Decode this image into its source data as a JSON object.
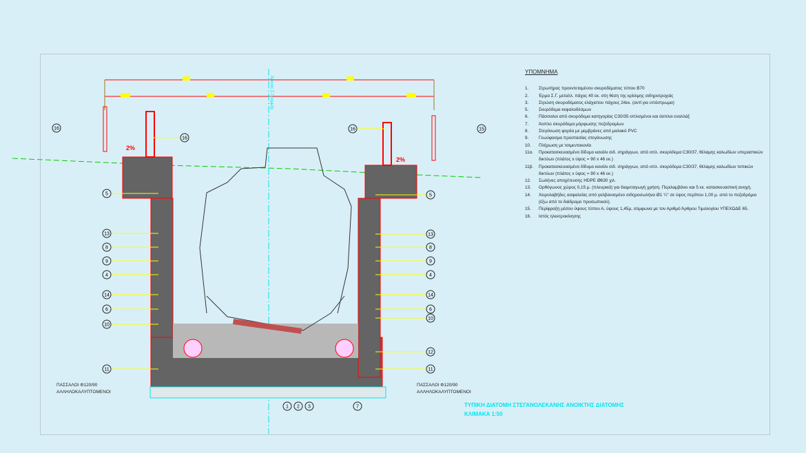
{
  "legend": {
    "title": "ΥΠΟΜΝΗΜΑ",
    "items": [
      {
        "num": "1.",
        "text": "Στρωτήρας προεντεταμένου σκυροδέματος τύπου Β70"
      },
      {
        "num": "2.",
        "text": "Έρμα Σ.Γ. μεταλλ. πάχος 40 εκ. στη θέση της κρίσιμης σιδηροτροχιάς"
      },
      {
        "num": "3.",
        "text": "Στρώση σκυροδέματος ελάχιστου πάχους 24εκ. (αντί για υπόστρωμα)"
      },
      {
        "num": "5.",
        "text": "Σκυρόδεμα κεφαλοδέσμων"
      },
      {
        "num": "6.",
        "text": "Πάσσαλοι από σκυρόδεμα κατηγορίας C30/35 οπλισμένοι και άοπλοι εναλλάξ"
      },
      {
        "num": "7.",
        "text": "Άοπλο σκυρόδεμα μόρφωσης πεζοδρομίων"
      },
      {
        "num": "8.",
        "text": "Στεγάνωση φορέα με μεμβράνες από μαλακό PVC"
      },
      {
        "num": "9.",
        "text": "Γεωύφασμα προστασίας στεγάνωσης"
      },
      {
        "num": "10.",
        "text": "Πλήρωση με τσιμεντοκονία"
      },
      {
        "num": "11α.",
        "text": "Προκατασκευασμένο δίδυμο κανάλι σιδ. σηράγγων, από οπλ. σκυρόδεμα C30/37, θέλαμης καλωδίων υπεραστικών δικτύων (πλάτος x ύψος = 90 x 46 εκ.)"
      },
      {
        "num": "11β.",
        "text": "Προκατασκευασμένο δίδυμο κανάλι σιδ. σηράγγων, από οπλ. σκυρόδεμα C30/37, θέλαμης καλωδίων τοπικών δικτύων (πλάτος x ύψος = 90 x 46 εκ.)"
      },
      {
        "num": "12.",
        "text": "Σωλήνες αποχέτευσης HDPE Ø630 χιλ."
      },
      {
        "num": "13.",
        "text": "Ορθόγωνος χώρος 0,15 μ. (πλευρικά) για διαμεταγωγή χρήση. Περιλαμβάνει και 5 εκ. κατασκευαστική ανοχή."
      },
      {
        "num": "14.",
        "text": "Χειρολαβήδες ασφαλείας από γαλβανισμένο σιδηροσωλήνα Ø1 ¼\" σε ύψος περίπου 1,00 μ. από το πεζοδρόμιο (έξω από το διάδρομο προσωπικού)."
      },
      {
        "num": "15.",
        "text": "Περίφραξη μέσου ύψους τύπου Α, ύψους 1,45μ, σύμφωνα με τον Αριθμό Άρθρου Τιμολογίου ΥΠΕΧΩΔΕ 65."
      },
      {
        "num": "16.",
        "text": "Ιστός ηλεκτροκίνησης"
      }
    ]
  },
  "drawing": {
    "title": "ΤΥΠΙΚΗ ΔΙΑΤΟΜΗ ΣΤΕΓΑΝΟΛΕΚΑΝΗΣ ΑΝΟΙΚΤΗΣ ΔΙΑΤΟΜΗΣ",
    "scale": "ΚΛΙΜΑΚΑ 1:50",
    "piles_left": [
      "ΠΑΣΣΑΛΟΙ Φ120/90",
      "ΑΛΛΗΛΟΚΑΛΥΠΤΟΜΕΝΟΙ"
    ],
    "piles_right": [
      "ΠΑΣΣΑΛΟΙ Φ120/90",
      "ΑΛΛΗΛΟΚΑΛΥΠΤΟΜΕΝΟΙ"
    ],
    "slope_left": "2%",
    "slope_right": "2%",
    "axis_label": "Άξονας Σ.Γραμμής",
    "callouts_left": [
      "16",
      "5",
      "13",
      "8",
      "9",
      "4",
      "14",
      "6",
      "10",
      "11"
    ],
    "callouts_right": [
      "15",
      "5",
      "13",
      "8",
      "9",
      "4",
      "14",
      "6",
      "10",
      "12",
      "11"
    ],
    "callout_mast_left": "16",
    "callout_mast_right": "16",
    "callouts_bottom": [
      "1",
      "2",
      "3",
      "7"
    ]
  },
  "colors": {
    "background": "#d9eff7",
    "concrete": "#646464",
    "dimension": "#ff0000",
    "leader": "#ffff00",
    "axis": "#00e5ee",
    "ground": "#00cc00"
  }
}
